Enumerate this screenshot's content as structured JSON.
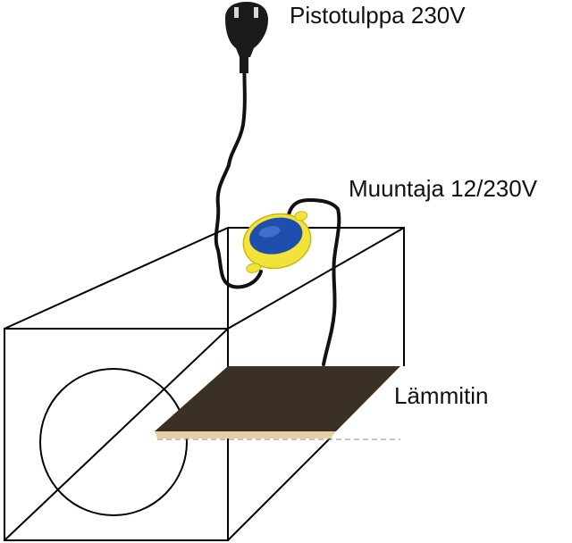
{
  "labels": {
    "plug": "Pistotulppa 230V",
    "transformer": "Muuntaja 12/230V",
    "heater": "Lämmitin"
  },
  "colors": {
    "line": "#000000",
    "cable": "#111111",
    "plug_body": "#1a1a1a",
    "transformer_shell": "#f2e23a",
    "transformer_core": "#1f4fae",
    "heater_plate": "#3a3026",
    "heater_edge": "#e6cfa3"
  },
  "icons": {
    "plug": "power-plug-icon",
    "transformer": "transformer-icon"
  }
}
